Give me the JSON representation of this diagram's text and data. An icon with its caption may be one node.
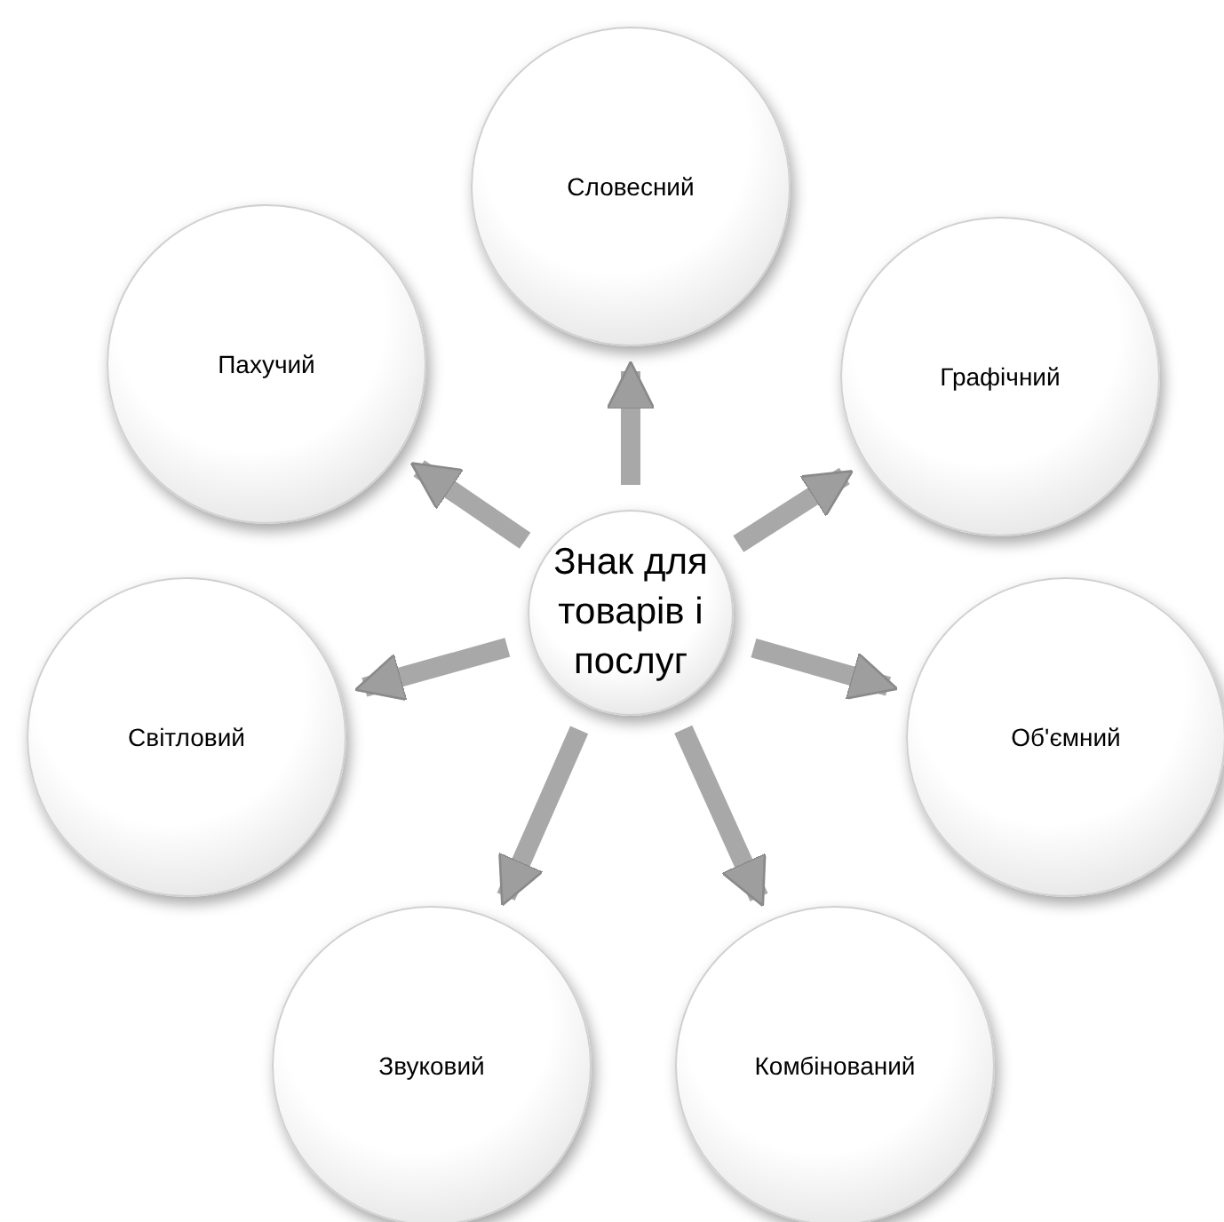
{
  "diagram": {
    "nodes": [
      {
        "text": [
          "Знак для товарів і послуг"
        ]
      },
      {
        "text": [
          "Словесний"
        ]
      },
      {
        "text": [
          "Графічний"
        ]
      },
      {
        "text": [
          "Об'ємний"
        ]
      },
      {
        "text": [
          "Комбінований"
        ]
      },
      {
        "text": [
          "Звуковий"
        ]
      },
      {
        "text": [
          "Світловий"
        ]
      },
      {
        "text": [
          "Пахучий"
        ]
      }
    ],
    "edges": [
      {
        "from": 0,
        "to": 1,
        "arrow": "to"
      },
      {
        "from": 0,
        "to": 2,
        "arrow": "to"
      },
      {
        "from": 0,
        "to": 3,
        "arrow": "to"
      },
      {
        "from": 0,
        "to": 4,
        "arrow": "to"
      },
      {
        "from": 0,
        "to": 5,
        "arrow": "to"
      },
      {
        "from": 0,
        "to": 6,
        "arrow": "to"
      },
      {
        "from": 0,
        "to": 7,
        "arrow": "to"
      }
    ]
  }
}
